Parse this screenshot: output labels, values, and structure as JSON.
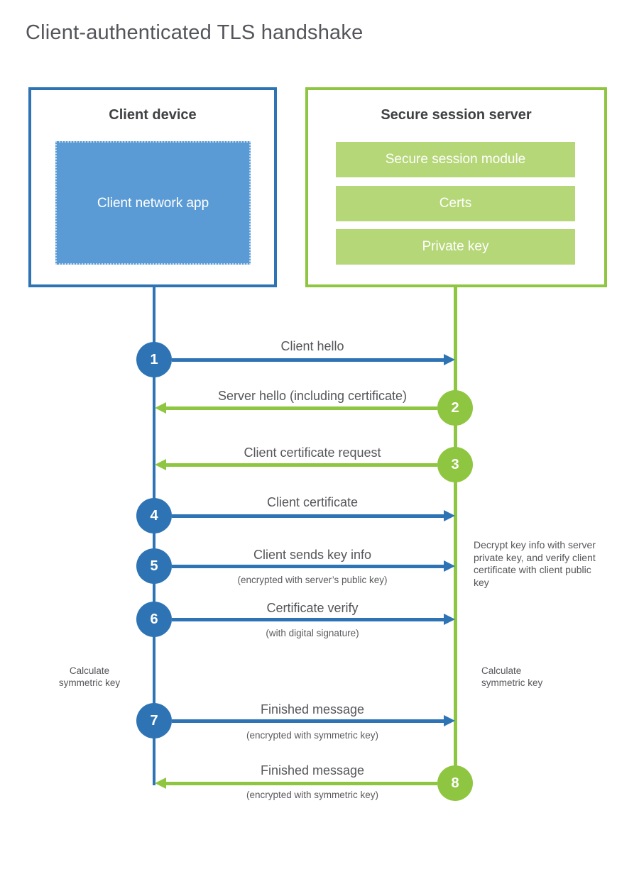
{
  "title": "Client-authenticated TLS handshake",
  "client": {
    "title": "Client device",
    "app_label": "Client network app"
  },
  "server": {
    "title": "Secure session server",
    "modules": [
      "Secure session module",
      "Certs",
      "Private key"
    ]
  },
  "steps": [
    {
      "num": "1",
      "label": "Client hello",
      "sublabel": "",
      "from": "client",
      "to": "server"
    },
    {
      "num": "2",
      "label": "Server hello (including certificate)",
      "sublabel": "",
      "from": "server",
      "to": "client"
    },
    {
      "num": "3",
      "label": "Client certificate request",
      "sublabel": "",
      "from": "server",
      "to": "client"
    },
    {
      "num": "4",
      "label": "Client certificate",
      "sublabel": "",
      "from": "client",
      "to": "server"
    },
    {
      "num": "5",
      "label": "Client sends key info",
      "sublabel": "(encrypted with server’s public key)",
      "from": "client",
      "to": "server"
    },
    {
      "num": "6",
      "label": "Certificate verify",
      "sublabel": "(with digital signature)",
      "from": "client",
      "to": "server"
    },
    {
      "num": "7",
      "label": "Finished message",
      "sublabel": "(encrypted with symmetric key)",
      "from": "client",
      "to": "server"
    },
    {
      "num": "8",
      "label": "Finished message",
      "sublabel": "(encrypted with symmetric key)",
      "from": "server",
      "to": "client"
    }
  ],
  "annotations": {
    "decrypt_note": "Decrypt key info with server private key, and verify client certificate with client public key",
    "calc_left": "Calculate symmetric key",
    "calc_right": "Calculate symmetric key"
  },
  "colors": {
    "blue": "#2e74b5",
    "blue_fill": "#5b9bd5",
    "green": "#8fc641",
    "green_fill": "#b5d778",
    "text": "#55565a"
  }
}
